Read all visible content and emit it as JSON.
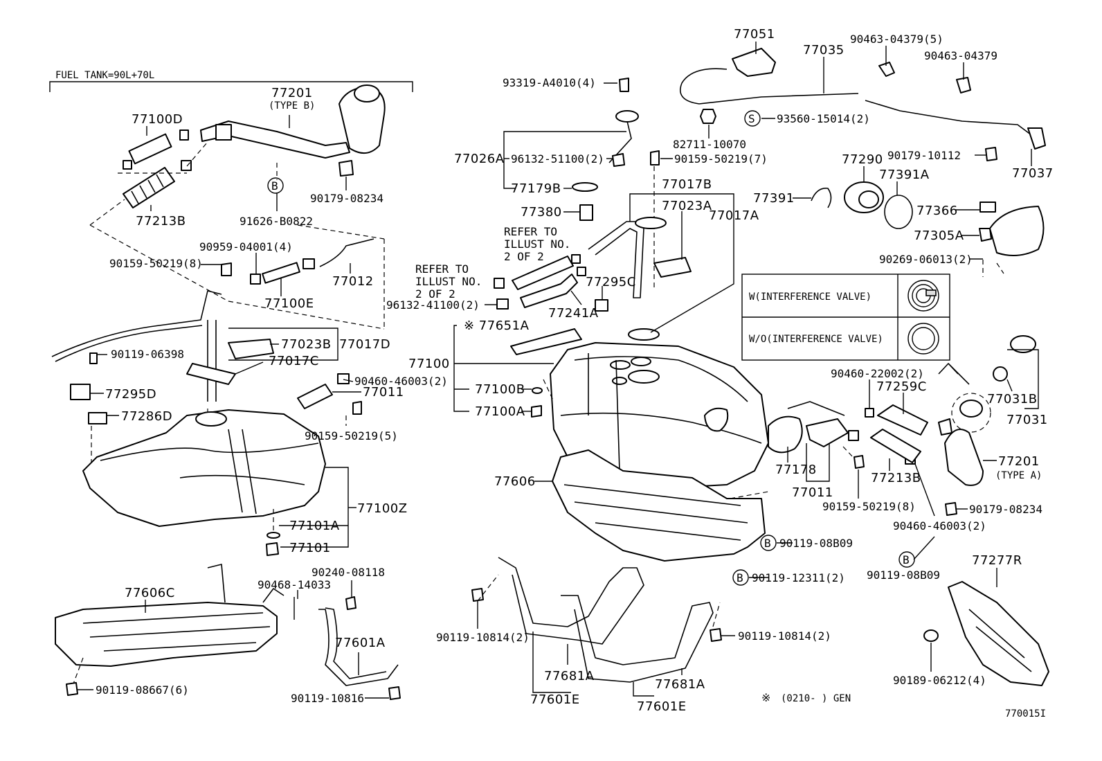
{
  "header": {
    "fuel_tank_note": "FUEL TANK=90L+70L"
  },
  "legend_table": {
    "rows": [
      {
        "label": "W(INTERFERENCE VALVE)"
      },
      {
        "label": "W/O(INTERFERENCE VALVE)"
      }
    ]
  },
  "footnote": {
    "mark": "※",
    "text": "(0210-      ) GEN"
  },
  "figure_id": "770015I",
  "circle_markers": {
    "b": "B",
    "s": "S"
  },
  "parts": {
    "p77100D": "77100D",
    "p77201_top": "77201",
    "p77201_type_b": "(TYPE B)",
    "p77213B_left": "77213B",
    "p91626_B0822": "91626-B0822",
    "p90179_08234_top": "90179-08234",
    "p90959_04001": "90959-04001(4)",
    "p90159_50219_8_left": "90159-50219(8)",
    "p77012": "77012",
    "p77100E": "77100E",
    "p77023B": "77023B",
    "p77017D": "77017D",
    "p77017C": "77017C",
    "p90119_06398": "90119-06398",
    "p90460_46003_left": "90460-46003(2)",
    "p77011_left": "77011",
    "p77295D": "77295D",
    "p77286D": "77286D",
    "p90159_50219_5": "90159-50219(5)",
    "p77100Z": "77100Z",
    "p77101A": "77101A",
    "p77101": "77101",
    "p77606C": "77606C",
    "p90468_14033": "90468-14033",
    "p90240_08118": "90240-08118",
    "p77601A": "77601A",
    "p90119_08667": "90119-08667(6)",
    "p90119_10816": "90119-10816",
    "p93319_A4010": "93319-A4010(4)",
    "p77026A": "77026A",
    "p96132_51100": "96132-51100(2)",
    "p77179B": "77179B",
    "p90159_50219_7": "90159-50219(7)",
    "p77017B": "77017B",
    "p77023A": "77023A",
    "p77017A": "77017A",
    "p77380": "77380",
    "refer1_l1": "REFER TO",
    "refer1_l2": "ILLUST NO.",
    "refer1_l3": "2 OF 2",
    "refer2_l1": "REFER TO",
    "refer2_l2": "ILLUST NO.",
    "refer2_l3": "2 OF 2",
    "p96132_41100": "96132-41100(2)",
    "p77295C": "77295C",
    "p77241A": "77241A",
    "p77651A": "※ 77651A",
    "p77100": "77100",
    "p77100B": "77100B",
    "p77100A": "77100A",
    "p77606": "77606",
    "p77051": "77051",
    "p77035": "77035",
    "p90463_04379_5": "90463-04379(5)",
    "p90463_04379": "90463-04379",
    "p93560_15014": "93560-15014(2)",
    "p82711_10070": "82711-10070",
    "p90179_10112": "90179-10112",
    "p77037": "77037",
    "p77290": "77290",
    "p77391A": "77391A",
    "p77391": "77391",
    "p77366": "77366",
    "p77305A": "77305A",
    "p90269_06013": "90269-06013(2)",
    "p90460_22002": "90460-22002(2)",
    "p77259C": "77259C",
    "p77031B": "77031B",
    "p77031": "77031",
    "p77178": "77178",
    "p77011_right": "77011",
    "p77213B_right": "77213B",
    "p77201_right": "77201",
    "p77201_type_a": "(TYPE A)",
    "p90159_50219_8_right": "90159-50219(8)",
    "p90179_08234_right": "90179-08234",
    "p90460_46003_right": "90460-46003(2)",
    "p90119_08B09_mid": "90119-08B09",
    "p90119_12311": "90119-12311(2)",
    "p77277R": "77277R",
    "p90119_08B09_right": "90119-08B09",
    "p90119_10814_left": "90119-10814(2)",
    "p90119_10814_right": "90119-10814(2)",
    "p77681A_left": "77681A",
    "p77681A_right": "77681A",
    "p77601E_left": "77601E",
    "p77601E_right": "77601E",
    "p90189_06212": "90189-06212(4)"
  }
}
